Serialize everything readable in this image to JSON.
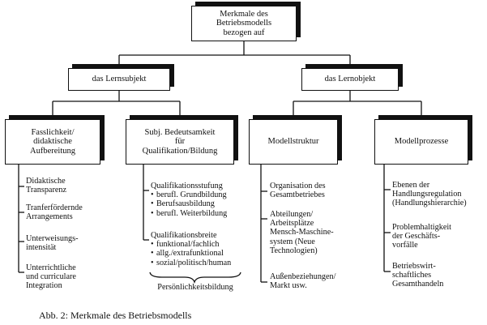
{
  "root": {
    "lines": [
      "Merkmale des",
      "Betriebsmodells",
      "bezogen auf"
    ]
  },
  "level1": {
    "left": "das Lernsubjekt",
    "right": "das Lernobjekt"
  },
  "categories": {
    "c1": {
      "lines": [
        "Fasslichkeit/",
        "didaktische",
        "Aufbereitung"
      ],
      "items": [
        [
          "Didaktische",
          "Transparenz"
        ],
        [
          "Tranferfördernde",
          "Arrangements"
        ],
        [
          "Unterweisungs-",
          "intensität"
        ],
        [
          "Unterrichtliche",
          "und curriculare",
          "Integration"
        ]
      ]
    },
    "c2": {
      "lines": [
        "Subj. Bedeutsamkeit",
        "für",
        "Qualifikation/Bildung"
      ],
      "group1": {
        "title": "Qualifikationsstufung",
        "bullets": [
          "berufl. Grundbildung",
          "Berufsausbildung",
          "berufl. Weiterbildung"
        ]
      },
      "group2": {
        "title": "Qualifikationsbreite",
        "bullets": [
          "funktional/fachlich",
          "allg./extrafunktional",
          "sozial/politisch/human"
        ]
      },
      "brace_label": "Persönlichkeitsbildung"
    },
    "c3": {
      "lines": [
        "Modellstruktur"
      ],
      "items": [
        [
          "Organisation des",
          "Gesamtbetriebes"
        ],
        [
          "Abteilungen/",
          "Arbeitsplätze",
          "Mensch-Maschine-",
          "system (Neue",
          "Technologien)"
        ],
        [
          "Außenbeziehungen/",
          "Markt usw."
        ]
      ]
    },
    "c4": {
      "lines": [
        "Modellprozesse"
      ],
      "items": [
        [
          "Ebenen der",
          "Handlungsregulation",
          "(Handlungshierarchie)"
        ],
        [
          "Problemhaltigkeit",
          "der Geschäfts-",
          "vorfälle"
        ],
        [
          "Betriebswirt-",
          "schaftliches",
          "Gesamthandeln"
        ]
      ]
    }
  },
  "caption": "Abb. 2:  Merkmale des Betriebsmodells"
}
